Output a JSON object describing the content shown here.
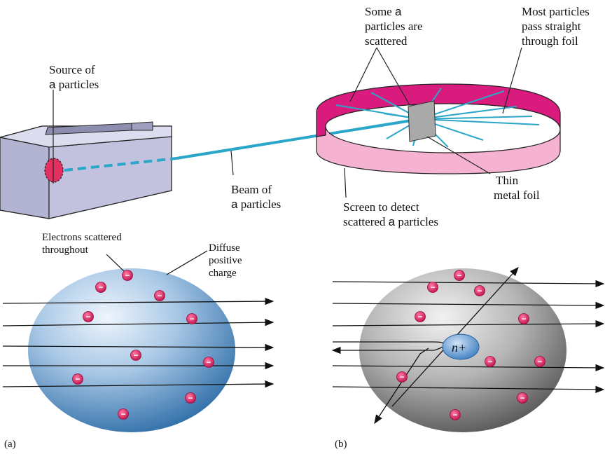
{
  "colors": {
    "beam": "#2aa6c9",
    "box_face": "#c9c9e3",
    "box_dark": "#8d8db0",
    "screen_outer": "#d81b7d",
    "screen_inner": "#f5b3d1",
    "electron": "#e0205f",
    "sphere_blue_center": "#e8f2fb",
    "sphere_blue_edge": "#2f6ea8",
    "sphere_gray_center": "#ededed",
    "sphere_gray_edge": "#5a5a5a",
    "nucleus": "#6aa0d8"
  },
  "labels": {
    "source": {
      "line1": "Source of",
      "line2_symbol": "a",
      "line2_rest": " particles"
    },
    "beam": {
      "line1": "Beam of",
      "line2_symbol": "a",
      "line2_rest": " particles"
    },
    "some_scattered": {
      "line1_text": "Some ",
      "line1_symbol": "a",
      "line2": "particles are",
      "line3": "scattered"
    },
    "most_pass": {
      "line1": "Most particles",
      "line2": "pass straight",
      "line3": "through foil"
    },
    "foil": {
      "line1": "Thin",
      "line2": "metal foil"
    },
    "screen": {
      "line1": "Screen to detect",
      "line2_text": "scattered ",
      "line2_symbol": "a",
      "line2_rest": " particles"
    },
    "electrons": {
      "line1": "Electrons scattered",
      "line2": "throughout"
    },
    "diffuse": {
      "line1": "Diffuse",
      "line2": "positive",
      "line3": "charge"
    },
    "nucleus": "n+",
    "electron_symbol": "−",
    "panel_a": "(a)",
    "panel_b": "(b)"
  }
}
